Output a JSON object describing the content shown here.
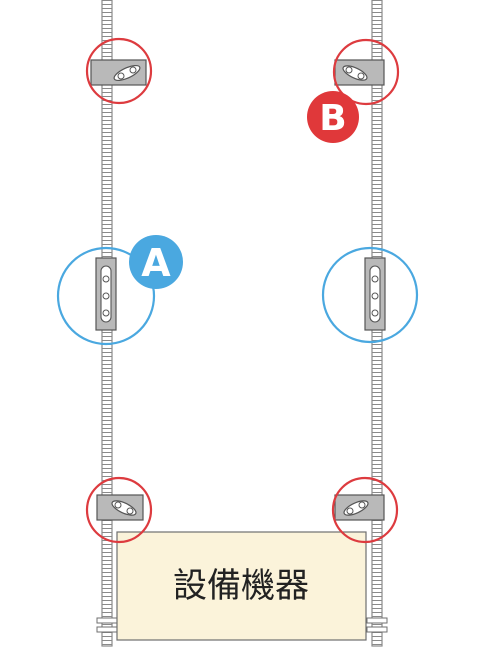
{
  "equipment": {
    "label": "設備機器",
    "fill": "#fbf3da",
    "stroke": "#6f6f6f"
  },
  "markers": {
    "a": {
      "letter": "A",
      "color": "#4aa8e0"
    },
    "b": {
      "letter": "B",
      "color": "#e0383a"
    }
  },
  "colors": {
    "rod": "#8a8a8a",
    "bracket_fill": "#b9b9b9",
    "bracket_stroke": "#555555",
    "highlight_red": "#dd3b3f",
    "highlight_blue": "#4aa8e0"
  },
  "icons": {
    "hanger_rod": "threaded-rod-icon",
    "clamp": "angle-clamp-icon",
    "slotted_bracket": "slotted-bracket-icon"
  }
}
